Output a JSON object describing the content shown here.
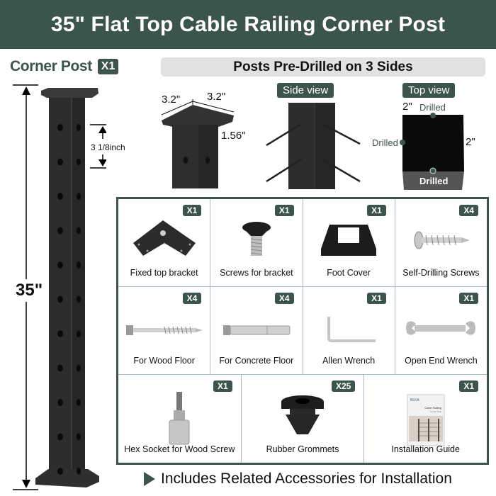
{
  "header": {
    "title": "35\" Flat Top Cable Railing Corner Post"
  },
  "corner_post": {
    "label": "Corner Post",
    "quantity": "X1",
    "height_label": "35\"",
    "hole_spacing_label": "3 1/8inch"
  },
  "predrilled_banner": "Posts Pre-Drilled on 3 Sides",
  "detail_views": {
    "bracket": {
      "width_a": "3.2\"",
      "width_b": "3.2\"",
      "depth": "1.56\""
    },
    "side_view": {
      "label": "Side view"
    },
    "top_view": {
      "label": "Top view",
      "width": "2\"",
      "height": "2\"",
      "drilled_top": "Drilled",
      "drilled_left": "Drilled",
      "drilled_bottom": "Drilled"
    }
  },
  "accessories": [
    {
      "name": "Fixed top bracket",
      "qty": "X1",
      "icon": "bracket-icon"
    },
    {
      "name": "Screws for bracket",
      "qty": "X1",
      "icon": "screw-icon"
    },
    {
      "name": "Foot Cover",
      "qty": "X1",
      "icon": "foot-cover-icon"
    },
    {
      "name": "Self-Drilling Screws",
      "qty": "X4",
      "icon": "self-drilling-screw-icon"
    },
    {
      "name": "For Wood Floor",
      "qty": "X4",
      "icon": "lag-bolt-icon"
    },
    {
      "name": "For Concrete Floor",
      "qty": "X4",
      "icon": "anchor-bolt-icon"
    },
    {
      "name": "Allen Wrench",
      "qty": "X1",
      "icon": "allen-wrench-icon"
    },
    {
      "name": "Open End Wrench",
      "qty": "X1",
      "icon": "open-end-wrench-icon"
    },
    {
      "name": "Hex Socket for Wood Screw",
      "qty": "X1",
      "icon": "hex-socket-icon"
    },
    {
      "name": "Rubber Grommets",
      "qty": "X25",
      "icon": "grommet-icon"
    },
    {
      "name": "Installation Guide",
      "qty": "X1",
      "icon": "guide-booklet-icon"
    }
  ],
  "guide_cover": {
    "brand": "BLKA",
    "title": "Cable Railing",
    "subtitle": "Corner Post"
  },
  "footer": {
    "text": "Includes Related Accessories for Installation"
  },
  "colors": {
    "brand_green": "#3b554a",
    "post_black": "#2b2b2b",
    "banner_gray": "#e2e2e2",
    "grid_divider": "#a9b7d0"
  }
}
